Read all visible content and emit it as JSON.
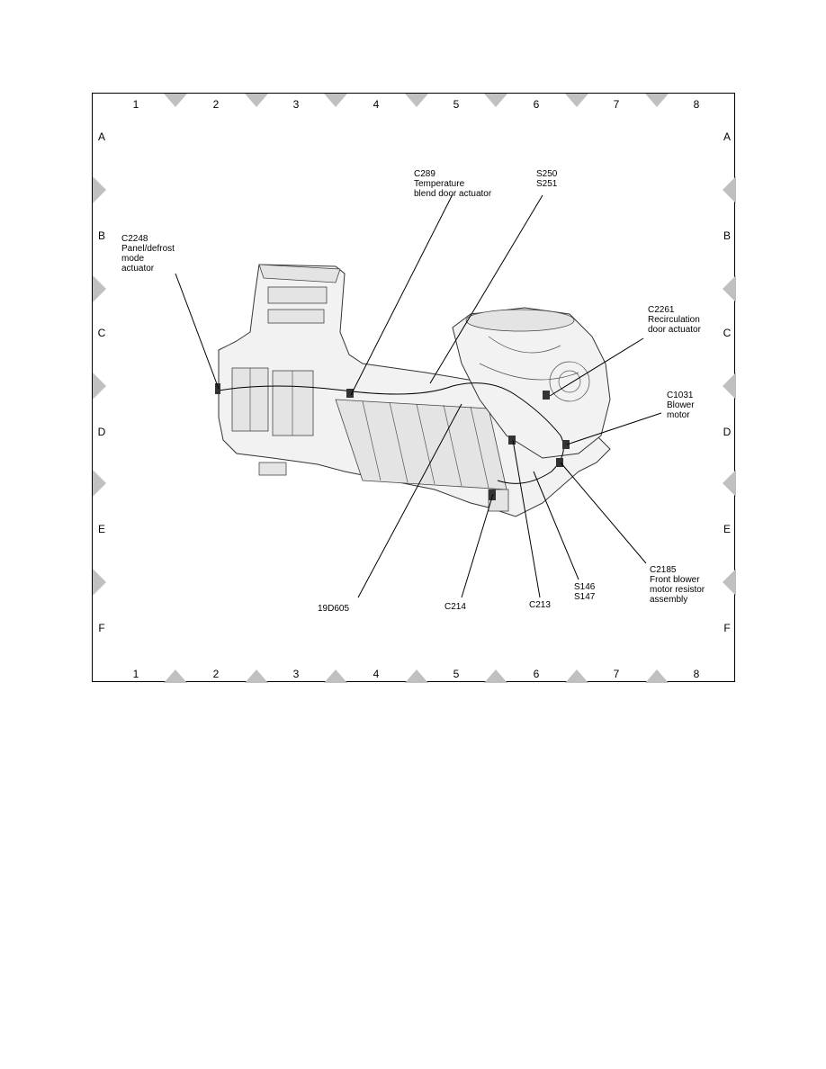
{
  "diagram": {
    "columns": [
      "1",
      "2",
      "3",
      "4",
      "5",
      "6",
      "7",
      "8"
    ],
    "rows": [
      "A",
      "B",
      "C",
      "D",
      "E",
      "F"
    ],
    "callouts": [
      {
        "id": "c289",
        "lines": [
          "C289",
          "Temperature",
          "blend door actuator"
        ]
      },
      {
        "id": "s250",
        "lines": [
          "S250",
          "S251"
        ]
      },
      {
        "id": "c2248",
        "lines": [
          "C2248",
          "Panel/defrost",
          "mode",
          "actuator"
        ]
      },
      {
        "id": "c2261",
        "lines": [
          "C2261",
          "Recirculation",
          "door actuator"
        ]
      },
      {
        "id": "c1031",
        "lines": [
          "C1031",
          "Blower",
          "motor"
        ]
      },
      {
        "id": "c2185",
        "lines": [
          "C2185",
          "Front blower",
          "motor resistor",
          "assembly"
        ]
      },
      {
        "id": "s146",
        "lines": [
          "S146",
          "S147"
        ]
      },
      {
        "id": "c213",
        "lines": [
          "C213"
        ]
      },
      {
        "id": "c214",
        "lines": [
          "C214"
        ]
      },
      {
        "id": "19d605",
        "lines": [
          "19D605"
        ]
      }
    ]
  }
}
